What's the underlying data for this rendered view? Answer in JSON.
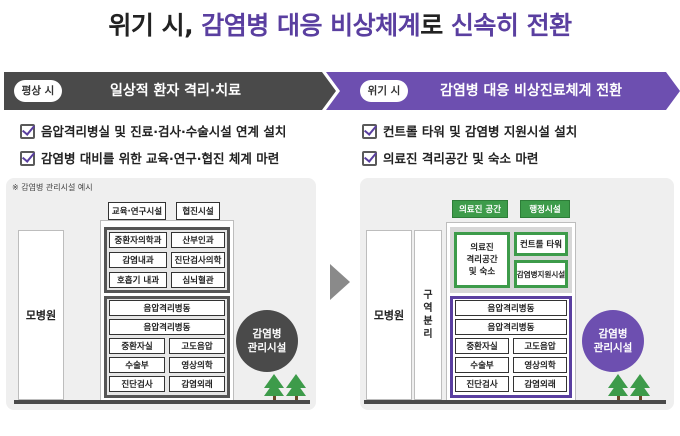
{
  "title": {
    "part1": "위기 시, ",
    "part2": "감염병 대응 비상체계",
    "part3": "로 ",
    "part4": "신속히 전환"
  },
  "left": {
    "pill": "평상 시",
    "header": "일상적  환자 격리·치료",
    "checks": [
      "음압격리병실 및 진료·검사·수술시설 연계 설치",
      "감염병 대비를 위한 교육·연구·협진 체계 마련"
    ],
    "note": "※ 감염병 관리시설 예시",
    "main_hospital": "모병원",
    "callouts": [
      "교육·연구시설",
      "협진시설"
    ],
    "depts": [
      "중환자의학과",
      "산부인과",
      "감염내과",
      "진단검사의학",
      "호흡기 내과",
      "심뇌혈관"
    ],
    "wards": [
      "음압격리병동",
      "음압격리병동"
    ],
    "facilities": [
      "중환자실",
      "고도음압",
      "수술부",
      "영상의학",
      "진단검사",
      "감염외래"
    ],
    "circle": [
      "감염병",
      "관리시설"
    ]
  },
  "right": {
    "pill": "위기 시",
    "header": "감염병 대응 비상진료체계 전환",
    "checks": [
      "컨트롤 타워 및 감염병 지원시설 설치",
      "의료진 격리공간 및 숙소 마련"
    ],
    "main_hospital": "모병원",
    "separation": [
      "구",
      "역",
      "분",
      "리"
    ],
    "callouts": [
      "의료진 공간",
      "행정시설"
    ],
    "staff_space": [
      "의료진",
      "격리공간",
      "및 숙소"
    ],
    "control": "컨트롤 타워",
    "support": "감염병지원시설",
    "wards": [
      "음압격리병동",
      "음압격리병동"
    ],
    "facilities": [
      "중환자실",
      "고도음압",
      "수술부",
      "영상의학",
      "진단검사",
      "감염외래"
    ],
    "circle": [
      "감염병",
      "관리시설"
    ]
  },
  "colors": {
    "purple": "#5a3fa0",
    "dark": "#4a4a4a",
    "green": "#3d9b4a"
  }
}
